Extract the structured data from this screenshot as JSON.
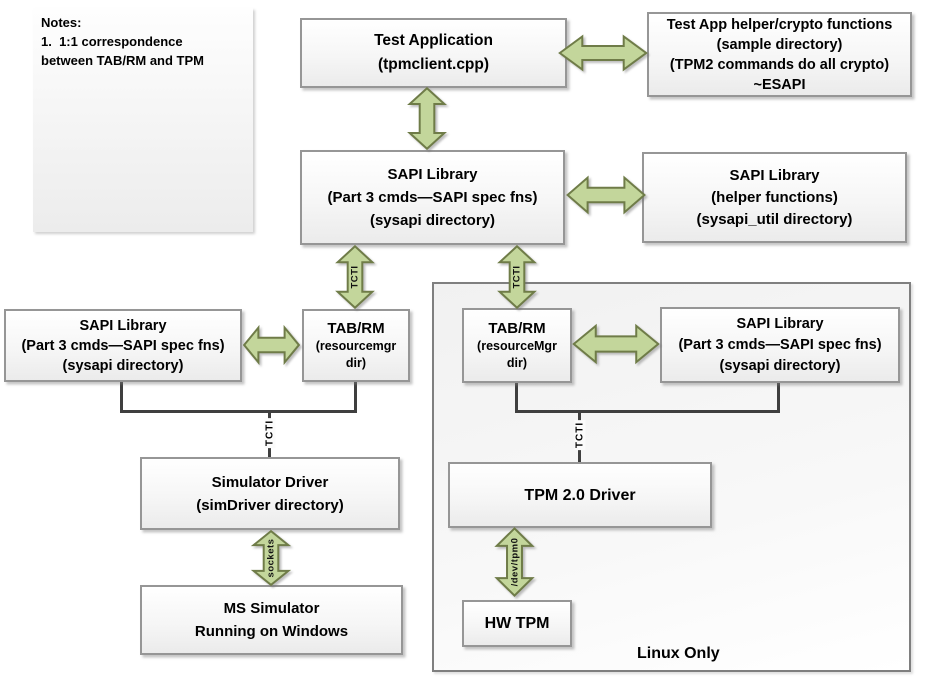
{
  "colors": {
    "arrow_fill": "#c3d69b",
    "arrow_stroke": "#6f7c48",
    "line_color": "#3f3f3f",
    "box_border": "#969696",
    "container_border": "#7f7f7f"
  },
  "notes": {
    "title": "Notes:",
    "body_line1": "1.  1:1 correspondence",
    "body_line2": "between TAB/RM and TPM"
  },
  "boxes": {
    "test_app": {
      "lines": [
        "Test Application",
        "(tpmclient.cpp)"
      ]
    },
    "test_app_helper": {
      "lines": [
        "Test App helper/crypto functions",
        "(sample directory)",
        "(TPM2 commands do all crypto)",
        "~ESAPI"
      ]
    },
    "sapi_center": {
      "lines": [
        "SAPI Library",
        "(Part 3 cmds—SAPI spec fns)",
        "(sysapi directory)"
      ]
    },
    "sapi_helper": {
      "lines": [
        "SAPI Library",
        "(helper functions)",
        "(sysapi_util directory)"
      ]
    },
    "sapi_left": {
      "lines": [
        "SAPI Library",
        "(Part 3 cmds—SAPI spec fns)",
        "(sysapi directory)"
      ]
    },
    "tab_rm_left": {
      "lines": [
        "TAB/RM",
        "(resourcemgr",
        "dir)"
      ]
    },
    "tab_rm_right": {
      "lines": [
        "TAB/RM",
        "(resourceMgr",
        "dir)"
      ]
    },
    "sapi_right": {
      "lines": [
        "SAPI Library",
        "(Part 3 cmds—SAPI spec fns)",
        "(sysapi directory)"
      ]
    },
    "simulator_driver": {
      "lines": [
        "Simulator Driver",
        "(simDriver directory)"
      ]
    },
    "ms_simulator": {
      "lines": [
        "MS Simulator",
        "Running on Windows"
      ]
    },
    "tpm_driver": {
      "lines": [
        "TPM 2.0 Driver"
      ]
    },
    "hw_tpm": {
      "lines": [
        "HW TPM"
      ]
    }
  },
  "connector_labels": {
    "tcti": "TCTI",
    "sockets": "sockets",
    "dev_tpm0": "/dev/tpm0"
  },
  "container": {
    "linux_only": "Linux Only"
  }
}
